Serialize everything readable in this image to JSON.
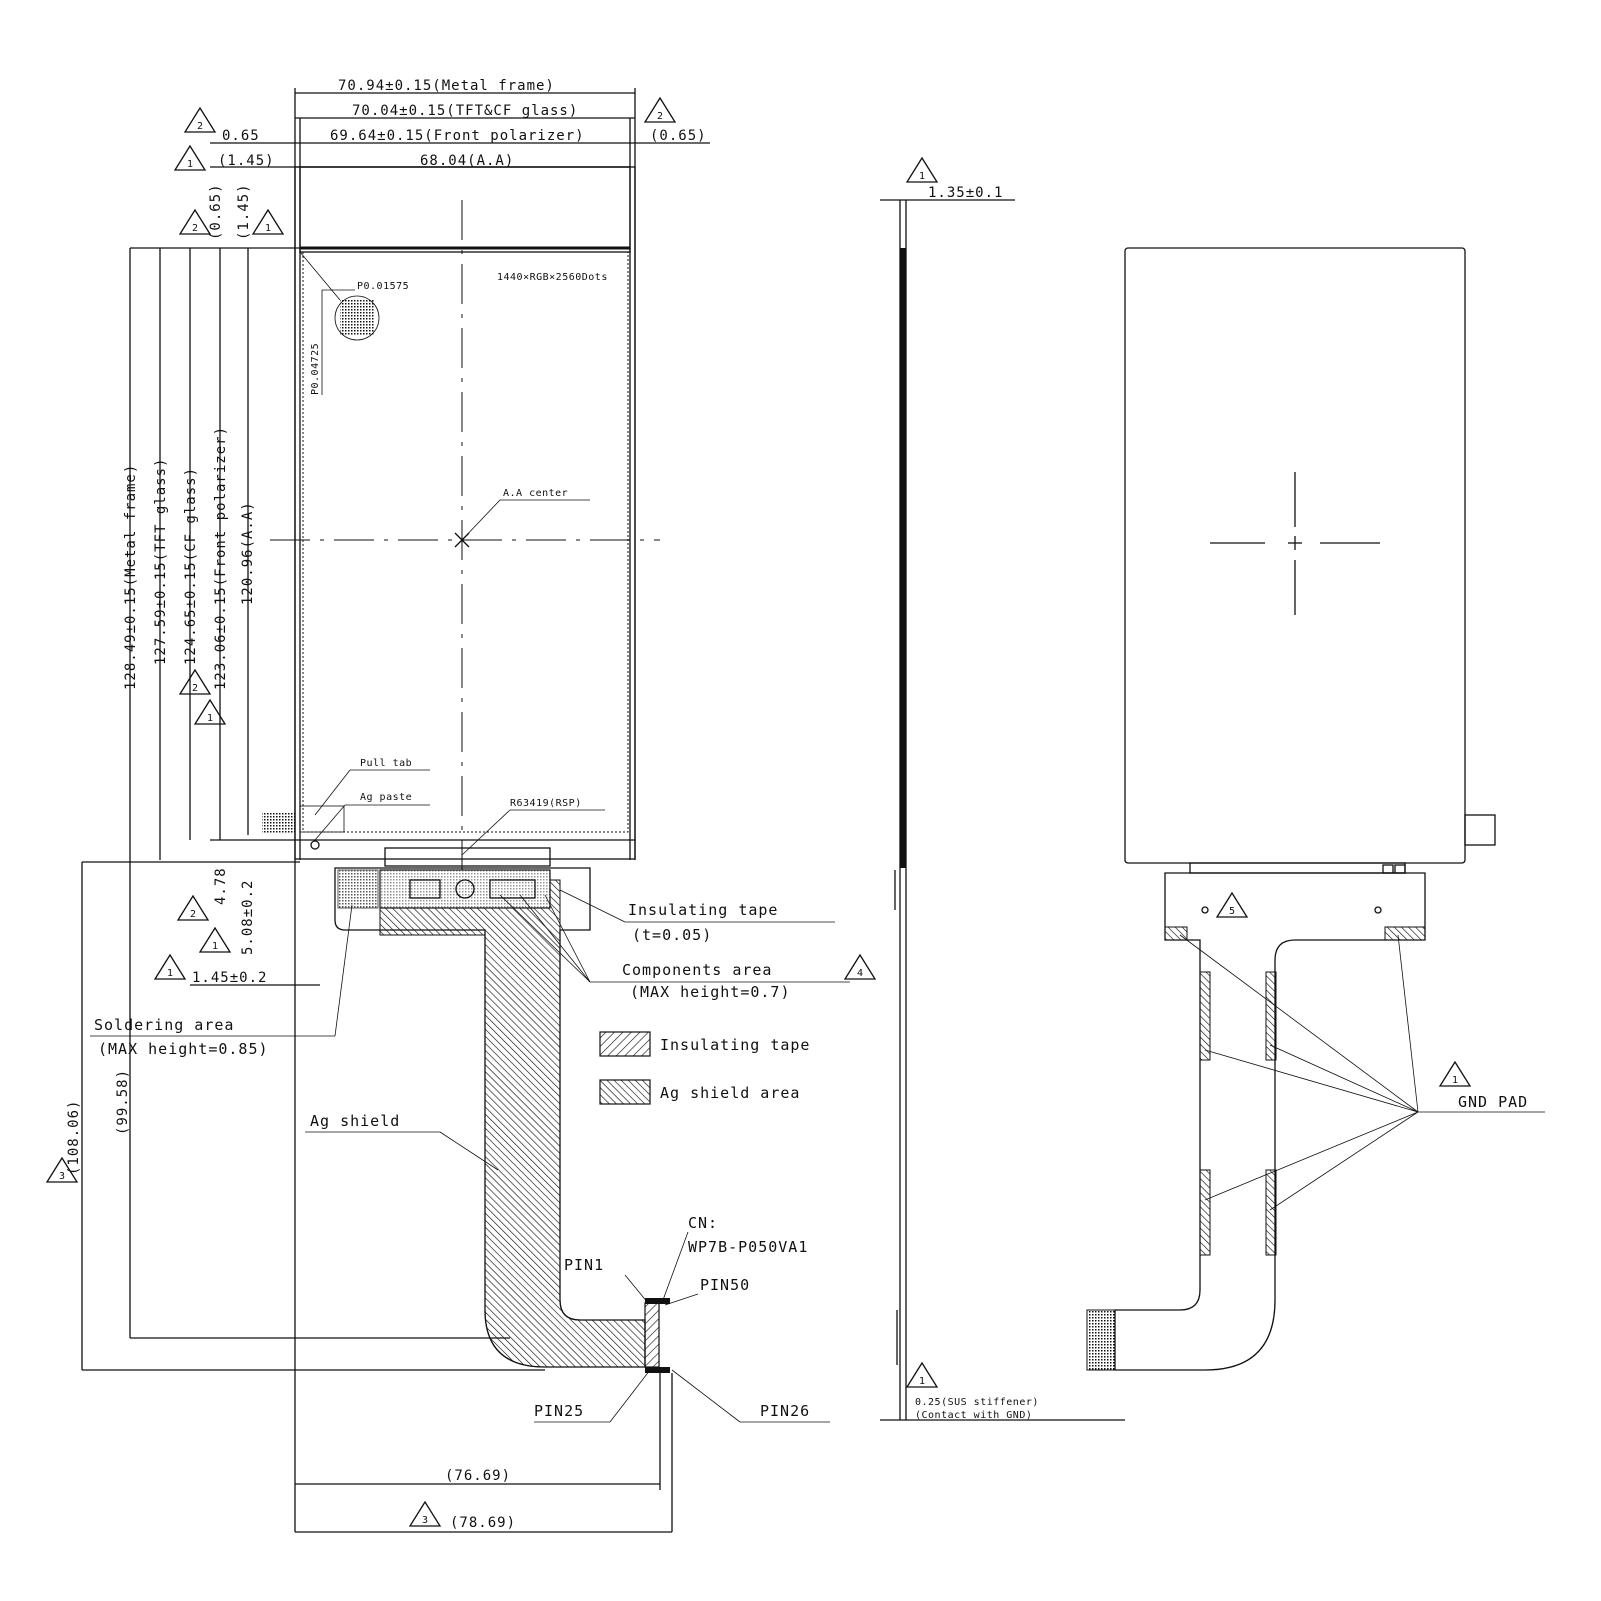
{
  "front_view": {
    "dim_metal_frame_w": "70.94±0.15(Metal frame)",
    "dim_tft_cf_w": "70.04±0.15(TFT&CF glass)",
    "dim_front_pol_w": "69.64±0.15(Front polarizer)",
    "dim_aa_w": "68.04(A.A)",
    "dim_left_offset_top": "0.65",
    "dim_right_offset_top": "(0.65)",
    "dim_left_offset_1_45": "(1.45)",
    "dim_v_offset_065": "(0.65)",
    "dim_v_offset_145": "(1.45)",
    "dim_pixel_pitch_x": "P0.01575",
    "dim_pixel_pitch_y": "P0.04725",
    "resolution": "1440×RGB×2560Dots",
    "dim_metal_frame_h": "128.49±0.15(Metal frame)",
    "dim_tft_h": "127.59±0.15(TFT glass)",
    "dim_cf_h": "124.65±0.15(CF glass)",
    "dim_front_pol_h": "123.06±0.15(Front polarizer)",
    "dim_aa_h": "120.96(A.A)",
    "aa_center": "A.A center",
    "pull_tab": "Pull tab",
    "ag_paste": "Ag paste",
    "ic_label": "R63419(RSP)",
    "dim_bottom_478": "4.78",
    "dim_bottom_508": "5.08±0.2",
    "dim_bottom_145": "1.45±0.2",
    "insulating_tape_title": "Insulating tape",
    "insulating_tape_thickness": "(t=0.05)",
    "components_area_title": "Components area",
    "components_area_height": "(MAX height=0.7)",
    "soldering_area_title": "Soldering area",
    "soldering_area_height": "(MAX height=0.85)",
    "legend_insulating_tape": "Insulating tape",
    "legend_ag_shield": "Ag shield area",
    "ag_shield": "Ag shield",
    "dim_fpc_10806": "(108.06)",
    "dim_fpc_9958": "(99.58)",
    "connector_label": "CN:",
    "connector_part": "WP7B-P050VA1",
    "pin1": "PIN1",
    "pin50": "PIN50",
    "pin25": "PIN25",
    "pin26": "PIN26",
    "dim_bottom_7669": "(76.69)",
    "dim_bottom_7869": "(78.69)"
  },
  "side_view": {
    "dim_thickness": "1.35±0.1",
    "sus_stiffener": "0.25(SUS stiffener)",
    "contact_gnd": "(Contact with GND)"
  },
  "back_view": {
    "gnd_pad": "GND PAD"
  },
  "revision_marks": {
    "r1": "1",
    "r2": "2",
    "r3": "3",
    "r4": "4",
    "r5": "5"
  }
}
